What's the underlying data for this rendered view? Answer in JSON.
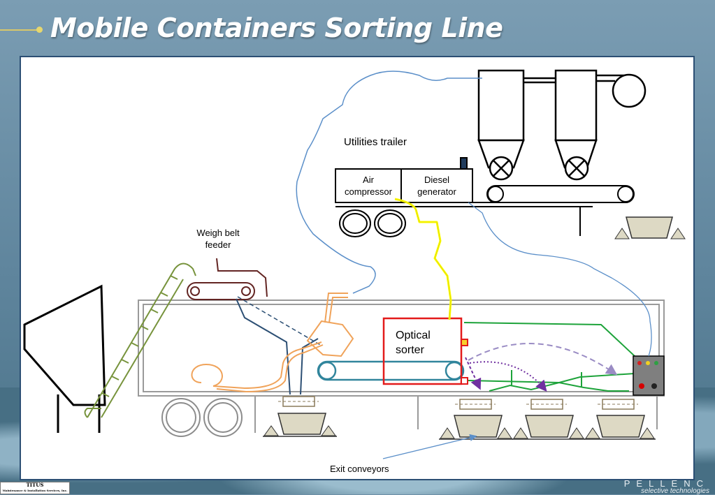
{
  "title": "Mobile Containers Sorting Line",
  "labels": {
    "utilities_trailer": "Utilities trailer",
    "air_compressor_1": "Air",
    "air_compressor_2": "compressor",
    "diesel_generator_1": "Diesel",
    "diesel_generator_2": "generator",
    "weigh_belt_1": "Weigh belt",
    "weigh_belt_2": "feeder",
    "optical_sorter_1": "Optical",
    "optical_sorter_2": "sorter",
    "exit_conveyors": "Exit conveyors"
  },
  "logos": {
    "left_name": "TITUS",
    "left_tag": "Maintenance & Installation Services, Inc.",
    "right_name": "PELLENC",
    "right_tag": "selective technologies"
  },
  "colors": {
    "frame": "#9a9a9a",
    "elevator": "#77933c",
    "weigh_belt": "#632523",
    "orange_duct": "#f0a35a",
    "teal_conveyor": "#31859c",
    "optical_sorter": "#e31b1b",
    "green_line": "#1da33a",
    "yellow_cable": "#ffff00",
    "air_hose": "#5b8fc9",
    "purple_flow": "#7030a0",
    "lilac_flow": "#9a8cc4",
    "container": "#ddd9c4",
    "control_box": "#7f7f7f"
  }
}
